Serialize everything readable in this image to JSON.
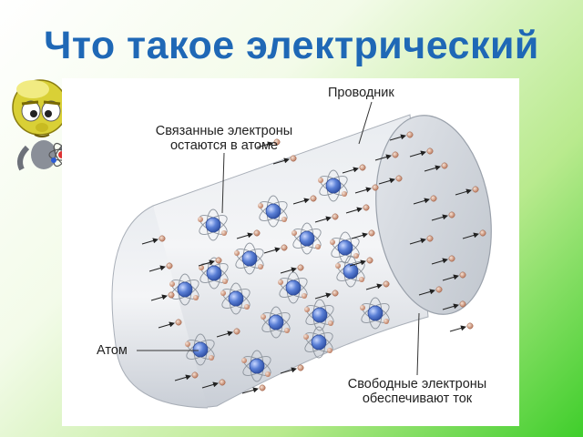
{
  "title": "Что такое электрический",
  "mascot": {
    "icon": "cartoon-scientist-mascot-icon"
  },
  "diagram": {
    "labels": {
      "conductor": "Проводник",
      "bound_line1": "Связанные электроны",
      "bound_line2": "остаются в атоме",
      "atom": "Атом",
      "free_line1": "Свободные электроны",
      "free_line2": "обеспечивают ток"
    },
    "colors": {
      "cylinder": "#d9dde3",
      "nucleus": "#5a7fd6",
      "electron": "#c98a6e",
      "title": "#1f68b6"
    }
  }
}
